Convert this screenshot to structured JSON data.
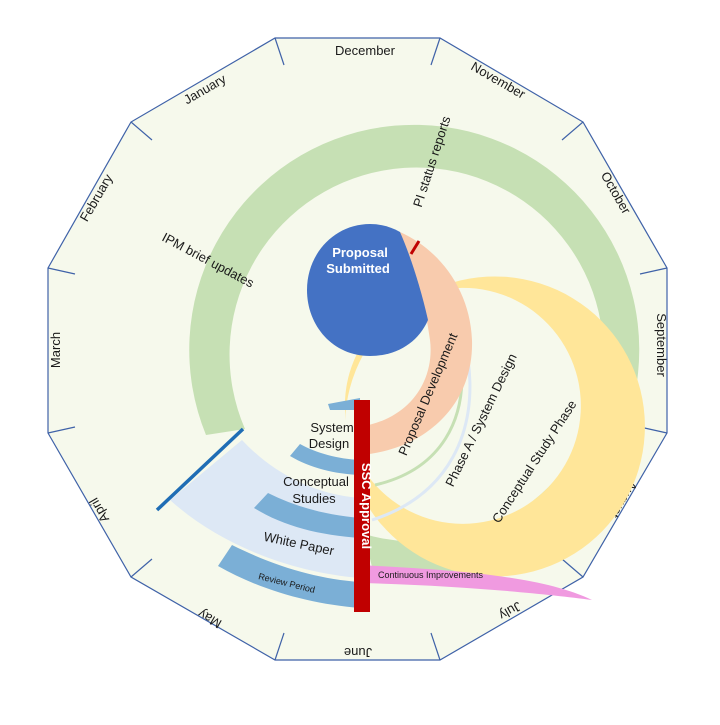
{
  "months": {
    "december": "December",
    "november": "November",
    "october": "October",
    "september": "September",
    "august": "August",
    "july": "July",
    "june": "June",
    "may": "May",
    "april": "April",
    "march": "March",
    "february": "February",
    "january": "January"
  },
  "center": {
    "line1": "Proposal",
    "line2": "Submitted"
  },
  "labels": {
    "pi_status": "PI status reports",
    "ipm_brief": "IPM brief updates",
    "proposal_development": "Proposal Development",
    "phase_a": "Phase A / System Design",
    "conceptual_study_phase": "Conceptual Study Phase",
    "system_design_1": "System",
    "system_design_2": "Design",
    "conceptual_studies_1": "Conceptual",
    "conceptual_studies_2": "Studies",
    "white_paper": "White Paper",
    "review_period": "Review Period",
    "ssc_approval": "SSC Approval",
    "continuous_improvements": "Continuous Improvements"
  },
  "colors": {
    "dial_fill": "#f6f9ec",
    "dial_stroke": "#3f62a8",
    "green_ring": "#c6e0b4",
    "yellow_ring": "#ffe699",
    "peach": "#f8cbad",
    "center_blue": "#4472c4",
    "light_blue": "#dde8f5",
    "mid_blue": "#7bafd6",
    "dark_blue": "#1f6db5",
    "ssc_red": "#c00000",
    "pink": "#f09ae0"
  }
}
